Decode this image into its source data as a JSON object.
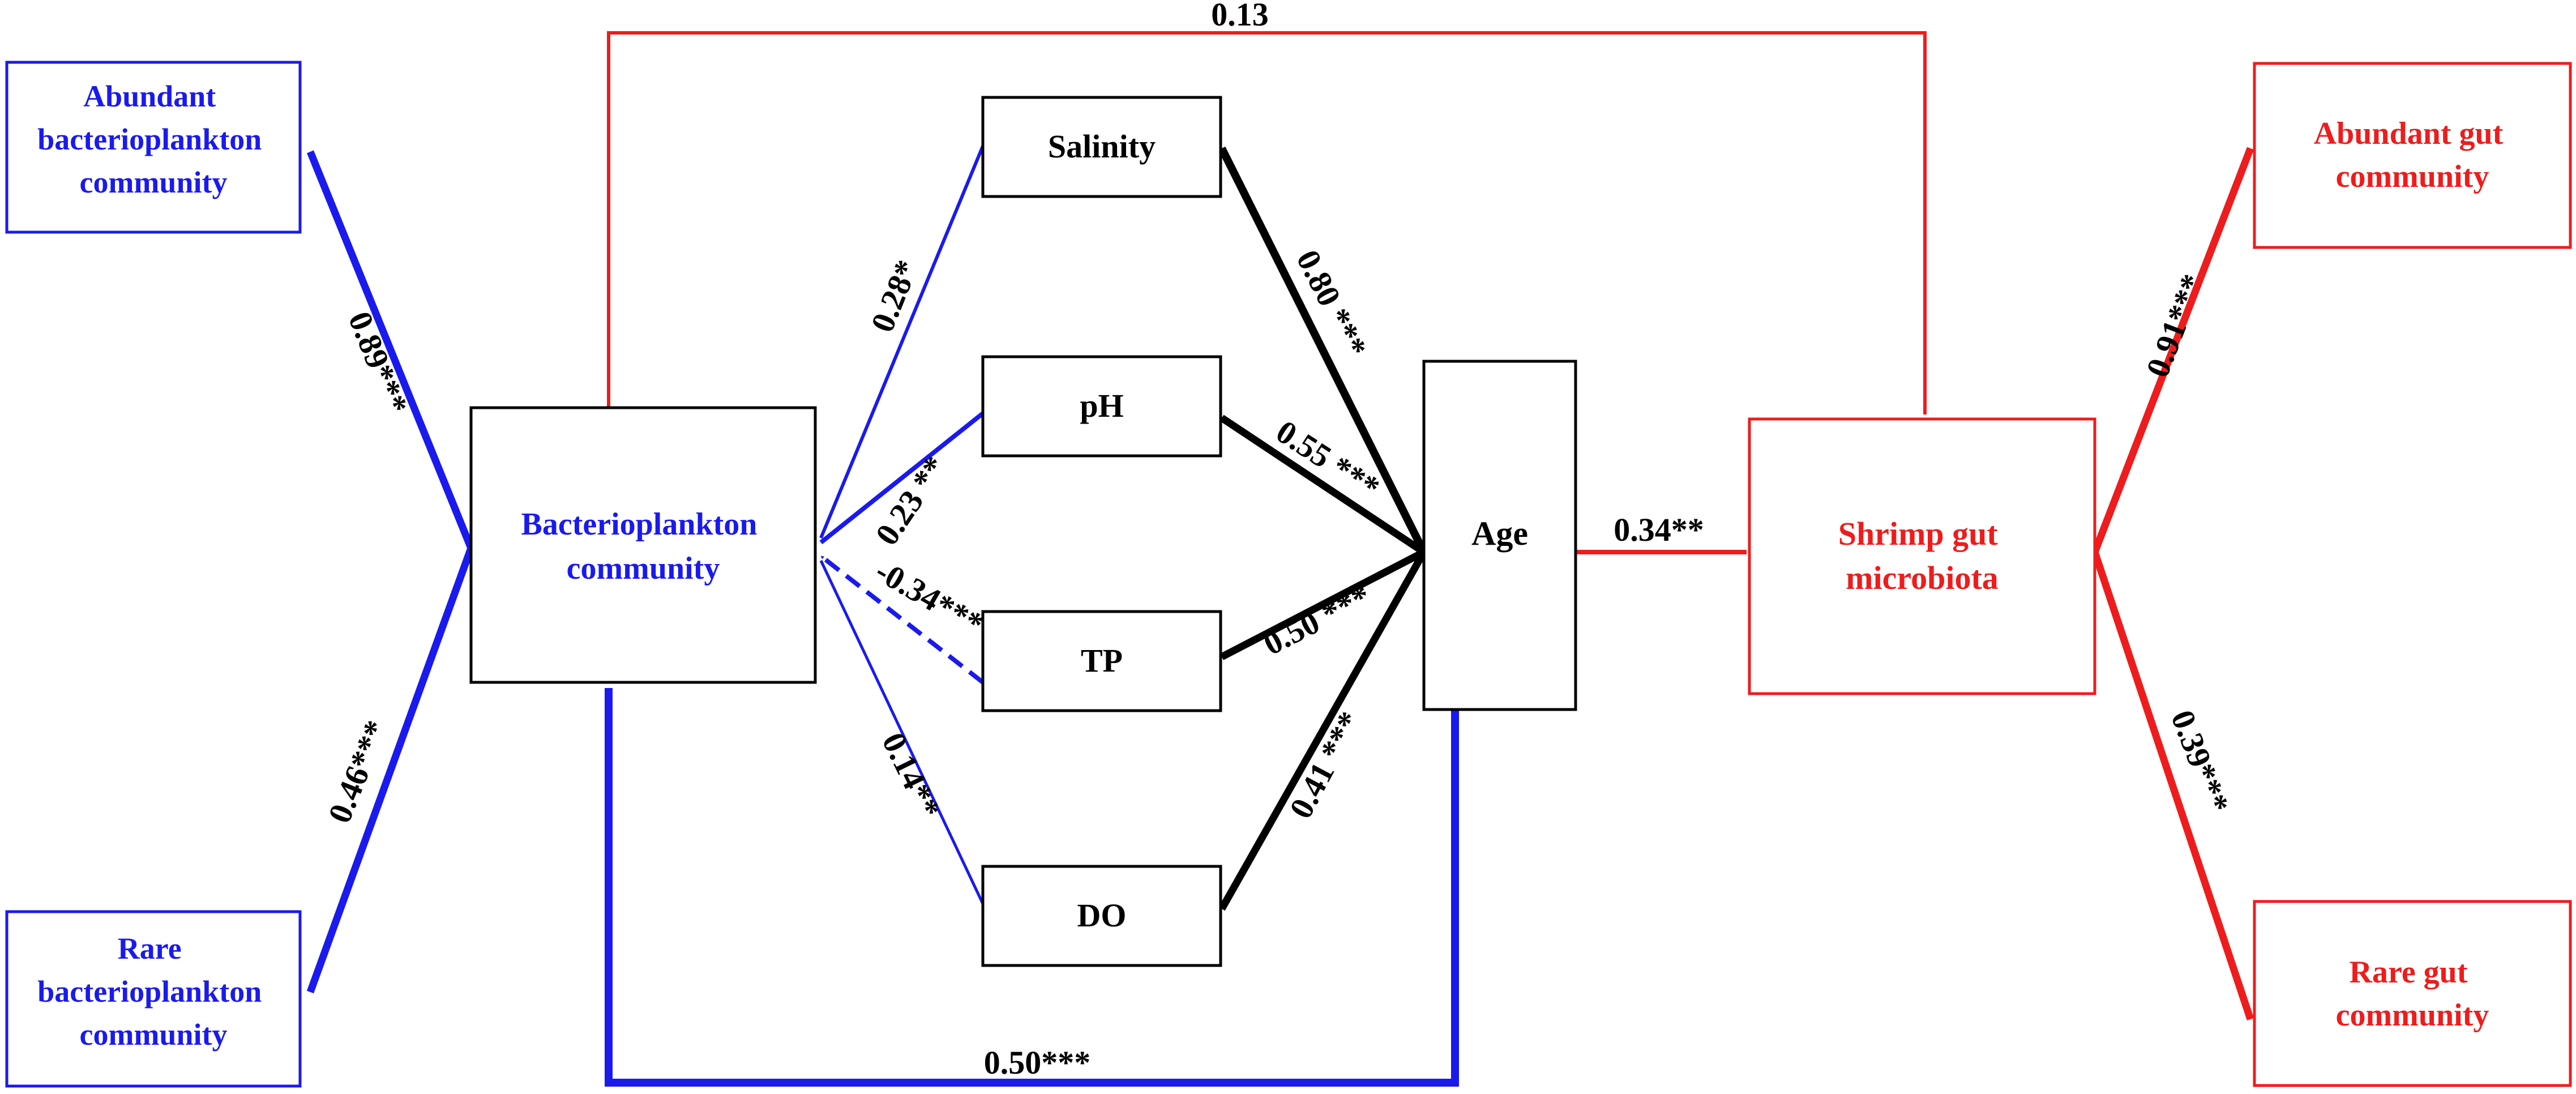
{
  "nodes": {
    "abundant_bacterioplankton": {
      "lines": [
        "Abundant",
        "bacterioplankton",
        "community"
      ]
    },
    "rare_bacterioplankton": {
      "lines": [
        "Rare",
        "bacterioplankton",
        "community"
      ]
    },
    "bacterioplankton": {
      "lines": [
        "Bacterioplankton",
        "community"
      ]
    },
    "salinity": {
      "lines": [
        "Salinity"
      ]
    },
    "ph": {
      "lines": [
        "pH"
      ]
    },
    "tp": {
      "lines": [
        "TP"
      ]
    },
    "do": {
      "lines": [
        "DO"
      ]
    },
    "age": {
      "lines": [
        "Age"
      ]
    },
    "shrimp_gut": {
      "lines": [
        "Shrimp gut",
        "microbiota"
      ]
    },
    "abundant_gut": {
      "lines": [
        "Abundant gut",
        "community"
      ]
    },
    "rare_gut": {
      "lines": [
        "Rare gut",
        "community"
      ]
    }
  },
  "paths": {
    "bact_to_gut": "0.13",
    "bact_to_abundant_bact": "0.89***",
    "bact_to_rare_bact": "0.46***",
    "salinity_to_bact": "0.28*",
    "ph_to_bact": "0.23 **",
    "tp_to_bact": "-0.34***",
    "do_to_bact": "0.14**",
    "age_to_salinity": "0.80 ***",
    "age_to_ph": "0.55 ***",
    "age_to_tp": "0.50 ***",
    "age_to_do": "0.41 ***",
    "age_to_gut": "0.34**",
    "gut_to_abundant_gut": "0.91***",
    "gut_to_rare_gut": "0.39***",
    "age_to_bact": "0.50***"
  },
  "colors": {
    "blue": "#1a1aee",
    "red": "#ee1c1c",
    "black": "#000000"
  }
}
